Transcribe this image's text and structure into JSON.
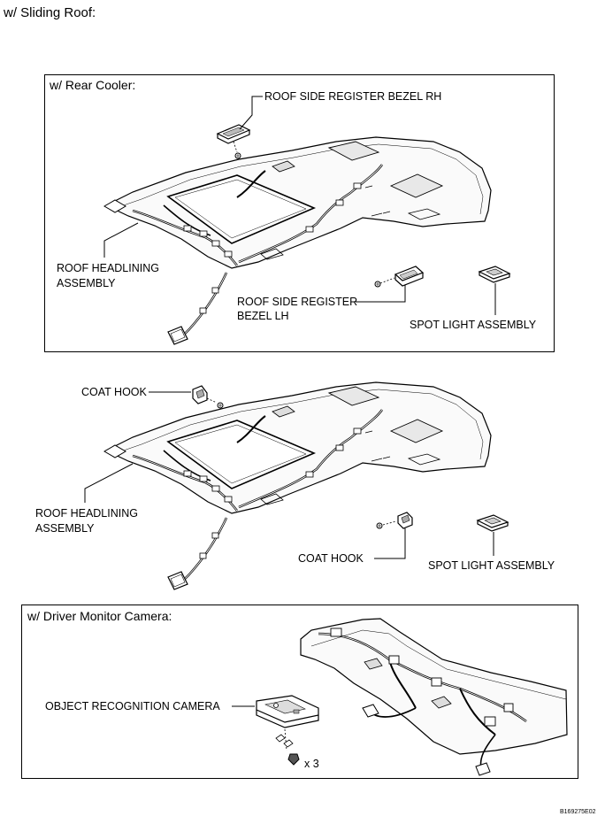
{
  "page": {
    "title": "w/ Sliding Roof:",
    "code": "B169275E02"
  },
  "section_rear_cooler": {
    "title": "w/ Rear Cooler:",
    "labels": {
      "bezel_rh": "ROOF SIDE REGISTER BEZEL RH",
      "headlining_1": "ROOF HEADLINING",
      "headlining_2": "ASSEMBLY",
      "bezel_lh_1": "ROOF SIDE REGISTER",
      "bezel_lh_2": "BEZEL LH",
      "spot_light": "SPOT LIGHT ASSEMBLY"
    }
  },
  "section_standard": {
    "labels": {
      "coat_hook_top": "COAT HOOK",
      "headlining_1": "ROOF HEADLINING",
      "headlining_2": "ASSEMBLY",
      "coat_hook_bottom": "COAT HOOK",
      "spot_light": "SPOT LIGHT ASSEMBLY"
    }
  },
  "section_camera": {
    "title": "w/ Driver Monitor Camera:",
    "labels": {
      "camera": "OBJECT RECOGNITION CAMERA",
      "qty": "x 3"
    }
  }
}
